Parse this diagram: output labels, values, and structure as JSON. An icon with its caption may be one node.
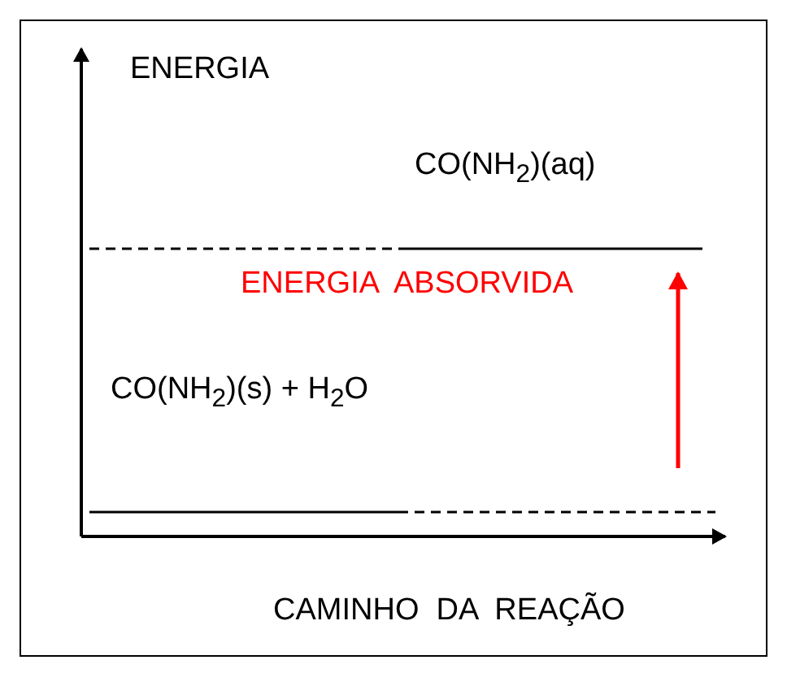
{
  "diagram": {
    "labels": [
      "ENERGIA",
      "CO(NH$_{2}$)(aq)",
      "ENERGIA  ABSORVIDA",
      "CO(NH$_{2}$)(s) + H$_{2}$O",
      "CAMINHO  DA  REAÇÃO"
    ]
  }
}
